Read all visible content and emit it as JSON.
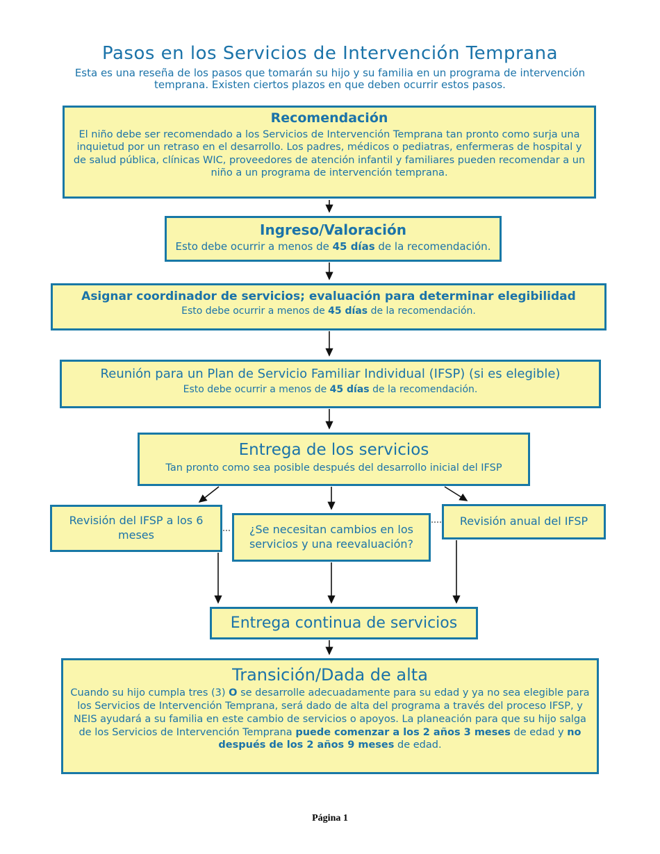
{
  "page": {
    "title": "Pasos en los Servicios de Intervención Temprana",
    "subtitle": "Esta es una reseña de los pasos que tomarán su hijo y su familia en un programa de intervención temprana. Existen ciertos plazos en que deben ocurrir estos pasos.",
    "footer": "Página 1"
  },
  "colors": {
    "box_fill": "#faf6ad",
    "box_border": "#1878a6",
    "ink": "#1b73a9",
    "connector": "#111111"
  },
  "flow": {
    "recomendacion": {
      "title": "Recomendación",
      "body": "El niño debe ser recomendado a los Servicios de Intervención Temprana tan pronto como surja una inquietud por un retraso en el desarrollo. Los padres, médicos o pediatras, enfermeras de hospital y de salud pública, clínicas WIC, proveedores de atención infantil y familiares pueden recomendar a un niño a un programa de intervención temprana."
    },
    "ingreso": {
      "title": "Ingreso/Valoración",
      "body_pre": "Esto debe ocurrir a menos de ",
      "body_bold": "45 días",
      "body_post": " de la recomendación."
    },
    "asignar": {
      "title": "Asignar coordinador de servicios; evaluación para determinar elegibilidad",
      "body_pre": "Esto debe ocurrir a menos de ",
      "body_bold": "45 días",
      "body_post": " de la recomendación."
    },
    "reunion": {
      "title": "Reunión para un Plan de Servicio Familiar Individual (IFSP) (si es elegible)",
      "body_pre": "Esto debe ocurrir a menos de ",
      "body_bold": "45 días",
      "body_post": " de la recomendación."
    },
    "entrega": {
      "title": "Entrega de los servicios",
      "body": "Tan pronto como sea posible después del desarrollo inicial del IFSP"
    },
    "revision6": {
      "label": "Revisión del IFSP a los 6 meses"
    },
    "cambios": {
      "label": "¿Se necesitan cambios en los servicios y una reevaluación?"
    },
    "revision_anual": {
      "label": "Revisión anual del IFSP"
    },
    "continua": {
      "title": "Entrega continua de servicios"
    },
    "transicion": {
      "title": "Transición/Dada de alta",
      "seg1": "Cuando su hijo cumpla tres (3) ",
      "seg2_bold": "O",
      "seg3": " se desarrolle adecuadamente para su edad y ya no sea elegible para los Servicios de Intervención Temprana, será dado de alta del programa a través del proceso IFSP, y NEIS ayudará a su familia en este cambio de servicios o apoyos. La planeación para que su hijo salga de los Servicios de Intervención Temprana ",
      "seg4_bold": "puede comenzar a los 2 años 3 meses",
      "seg5": " de edad y ",
      "seg6_bold": "no después de los 2 años 9 meses",
      "seg7": " de edad."
    }
  }
}
